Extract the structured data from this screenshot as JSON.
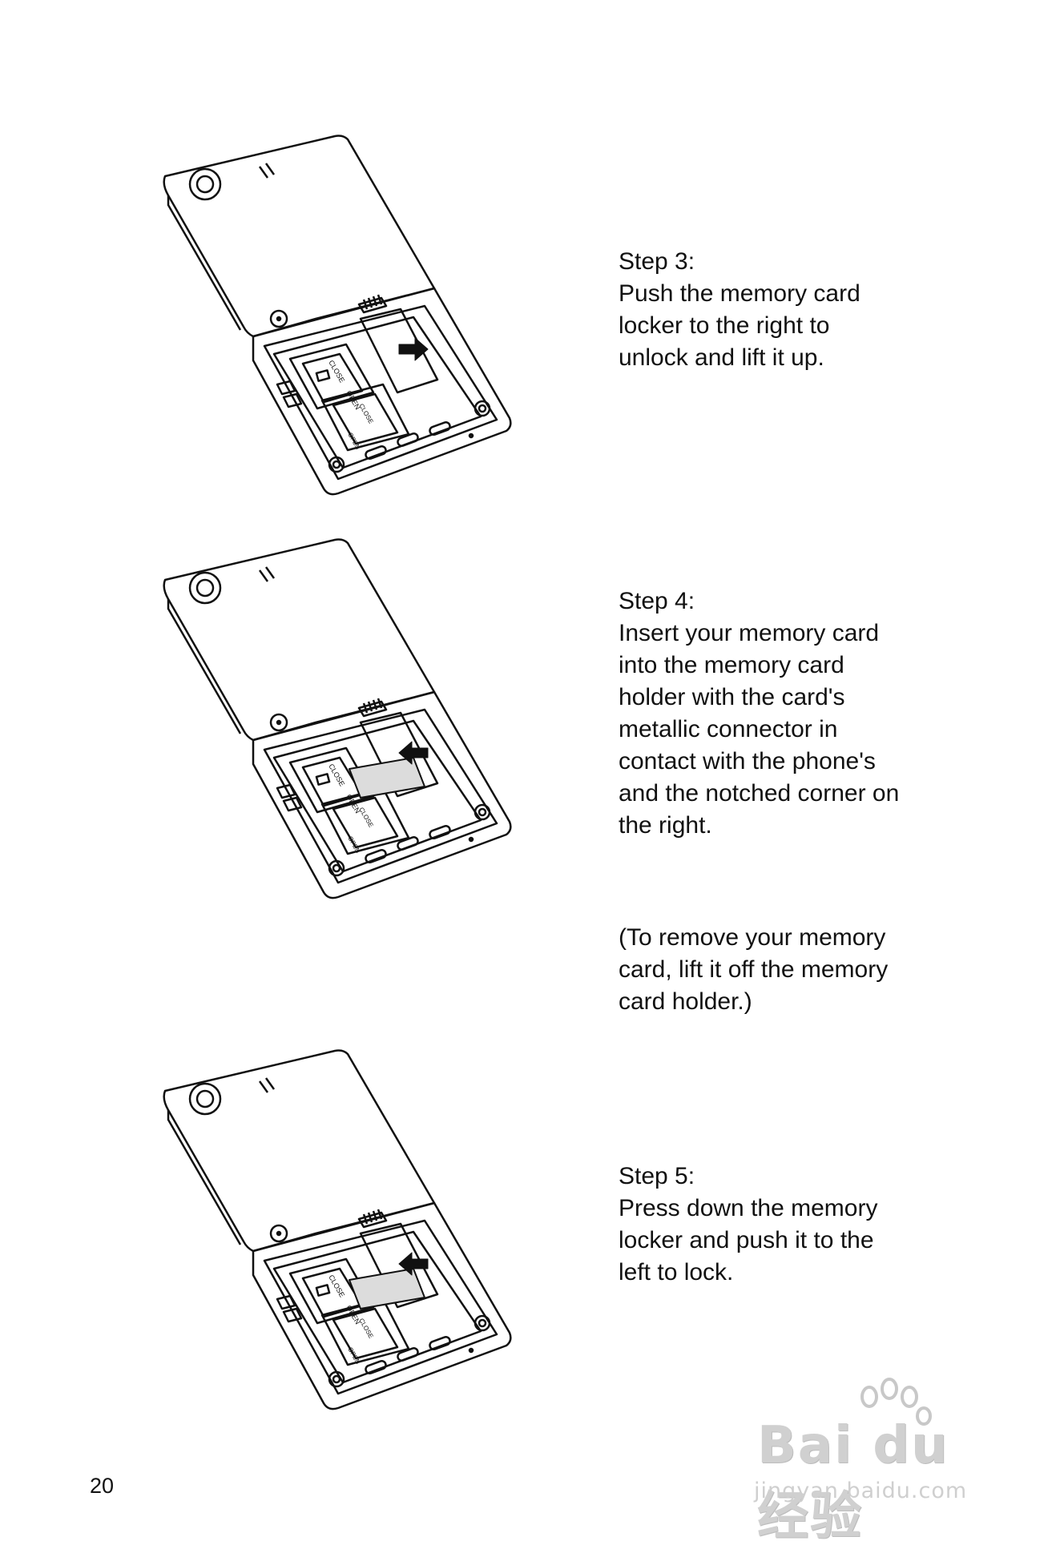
{
  "steps": [
    {
      "title": "Step 3:",
      "lines": [
        "Push the memory card",
        "locker to the right to",
        "unlock and lift it up."
      ],
      "arrow": "right",
      "card_inserted": false
    },
    {
      "title": "Step 4:",
      "lines": [
        "Insert your memory card",
        "into the memory card",
        "holder with the card's",
        "metallic connector in",
        "contact with the phone's",
        "and the notched corner on",
        "the right."
      ],
      "note": [
        "(To remove your memory",
        "card, lift it off the memory",
        "card holder.)"
      ],
      "arrow": "left",
      "card_inserted": true
    },
    {
      "title": "Step 5:",
      "lines": [
        "Press down the memory",
        "locker and push it to the",
        "left to lock."
      ],
      "arrow": "left",
      "card_inserted": true
    }
  ],
  "slot_labels": {
    "close": "CLOSE",
    "open": "OPEN"
  },
  "page_number": "20",
  "watermark": {
    "brand": "Bai du 经验",
    "url": "jingyan.baidu.com"
  }
}
